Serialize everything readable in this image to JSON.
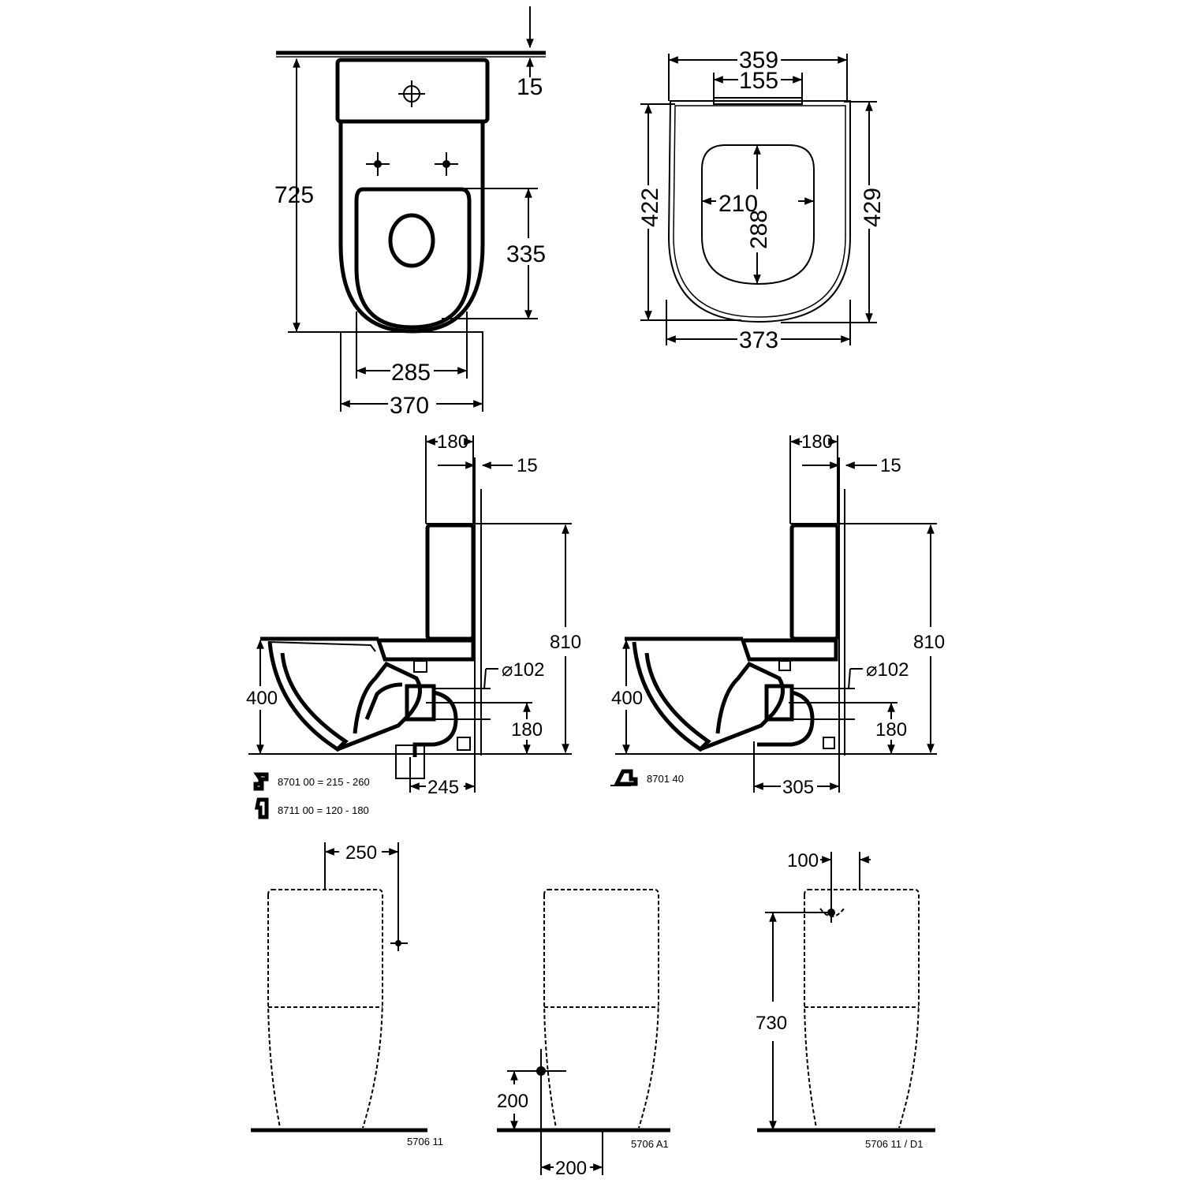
{
  "top_plan": {
    "wall_clearance": "15",
    "overall_depth": "725",
    "seat_depth": "335",
    "bowl_width": "285",
    "tank_width": "370"
  },
  "seat_plan": {
    "outer_width": "359",
    "hinge_spacing": "155",
    "opening_width": "210",
    "opening_length": "288",
    "seat_length_left": "422",
    "seat_length_right": "429",
    "seat_width": "373"
  },
  "side_left": {
    "tank_depth": "180",
    "wall_gap": "15",
    "total_height": "810",
    "outlet_diameter": "⌀102",
    "rim_height": "400",
    "outlet_height": "180",
    "outlet_distance": "245",
    "code_1": "8701 00 = 215 - 260",
    "code_2": "8711 00 = 120 - 180"
  },
  "side_right": {
    "tank_depth": "180",
    "wall_gap": "15",
    "total_height": "810",
    "outlet_diameter": "⌀102",
    "rim_height": "400",
    "outlet_height": "180",
    "outlet_distance": "305",
    "code_1": "8701 40"
  },
  "rear_views": [
    {
      "dimension_a": "250",
      "code": "5706 11"
    },
    {
      "dimension_a": "200",
      "dimension_b": "200",
      "code": "5706 A1"
    },
    {
      "dimension_a": "100",
      "dimension_b": "730",
      "code": "5706 11 / D1"
    }
  ]
}
